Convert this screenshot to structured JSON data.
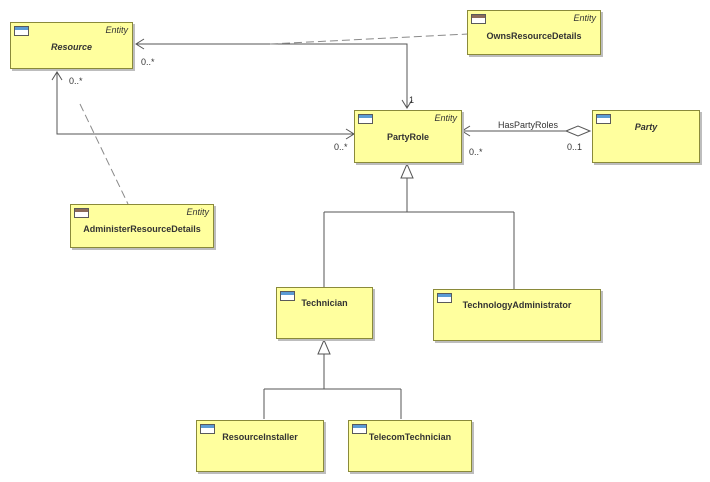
{
  "classes": {
    "resource": {
      "name": "Resource",
      "stereotype": "Entity"
    },
    "owns_resource_details": {
      "name": "OwnsResourceDetails",
      "stereotype": "Entity"
    },
    "party_role": {
      "name": "PartyRole",
      "stereotype": "Entity"
    },
    "party": {
      "name": "Party"
    },
    "administer_resource_details": {
      "name": "AdministerResourceDetails",
      "stereotype": "Entity"
    },
    "technician": {
      "name": "Technician"
    },
    "technology_administrator": {
      "name": "TechnologyAdministrator"
    },
    "resource_installer": {
      "name": "ResourceInstaller"
    },
    "telecom_technician": {
      "name": "TelecomTechnician"
    }
  },
  "labels": {
    "resource_mult_top": "0..*",
    "partyrole_mult_top": "1",
    "resource_mult_left": "0..*",
    "partyrole_mult_left": "0..*",
    "partyrole_mult_right": "0..*",
    "party_mult": "0..1",
    "has_party_roles": "HasPartyRoles"
  },
  "colors": {
    "box_fill": "#ffff9e",
    "line": "#555555",
    "dashed": "#8a8a8a",
    "icon_entity": "#5b9bd5",
    "icon_assoc": "#8c6b5a"
  }
}
